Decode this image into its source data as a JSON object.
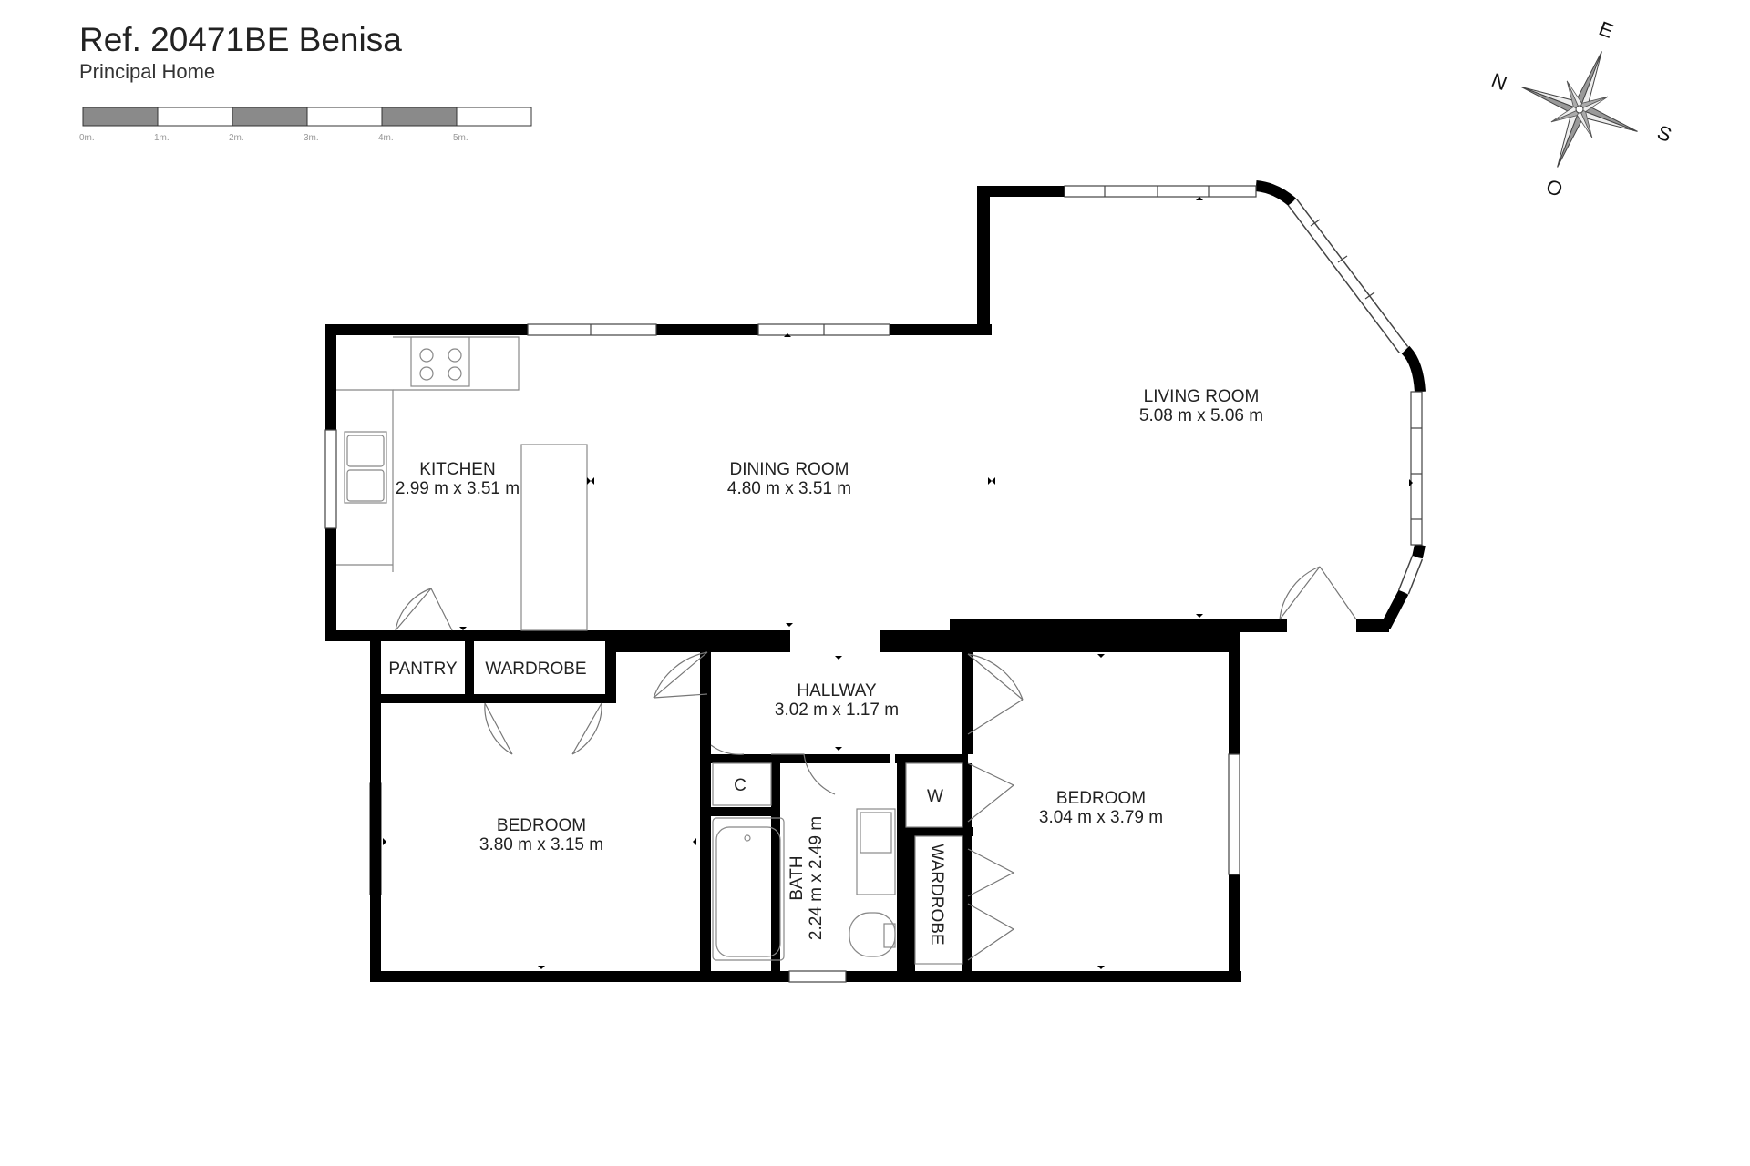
{
  "header": {
    "title": "Ref. 20471BE Benisa",
    "subtitle": "Principal Home"
  },
  "scale_bar": {
    "ticks": [
      "0m.",
      "1m.",
      "2m.",
      "3m.",
      "4m.",
      "5m."
    ]
  },
  "compass": {
    "north": "N",
    "east": "E",
    "south": "S",
    "west": "O"
  },
  "rooms": {
    "kitchen": {
      "name": "KITCHEN",
      "dims": "2.99 m x 3.51 m"
    },
    "dining": {
      "name": "DINING ROOM",
      "dims": "4.80 m x 3.51 m"
    },
    "living": {
      "name": "LIVING ROOM",
      "dims": "5.08 m x 5.06 m"
    },
    "hallway": {
      "name": "HALLWAY",
      "dims": "3.02 m x 1.17 m"
    },
    "bedroom1": {
      "name": "BEDROOM",
      "dims": "3.80 m x 3.15 m"
    },
    "bedroom2": {
      "name": "BEDROOM",
      "dims": "3.04 m x 3.79 m"
    },
    "bath": {
      "name": "BATH",
      "dims": "2.24 m x 2.49 m"
    }
  },
  "labels": {
    "pantry": "PANTRY",
    "wardrobe_top": "WARDROBE",
    "wardrobe_side": "WARDROBE",
    "closet_c": "C",
    "closet_w": "W"
  },
  "colors": {
    "wall": "#000000",
    "window": "#bdbdbd",
    "fixture": "#888888",
    "scale_dark": "#8a8a8a"
  }
}
